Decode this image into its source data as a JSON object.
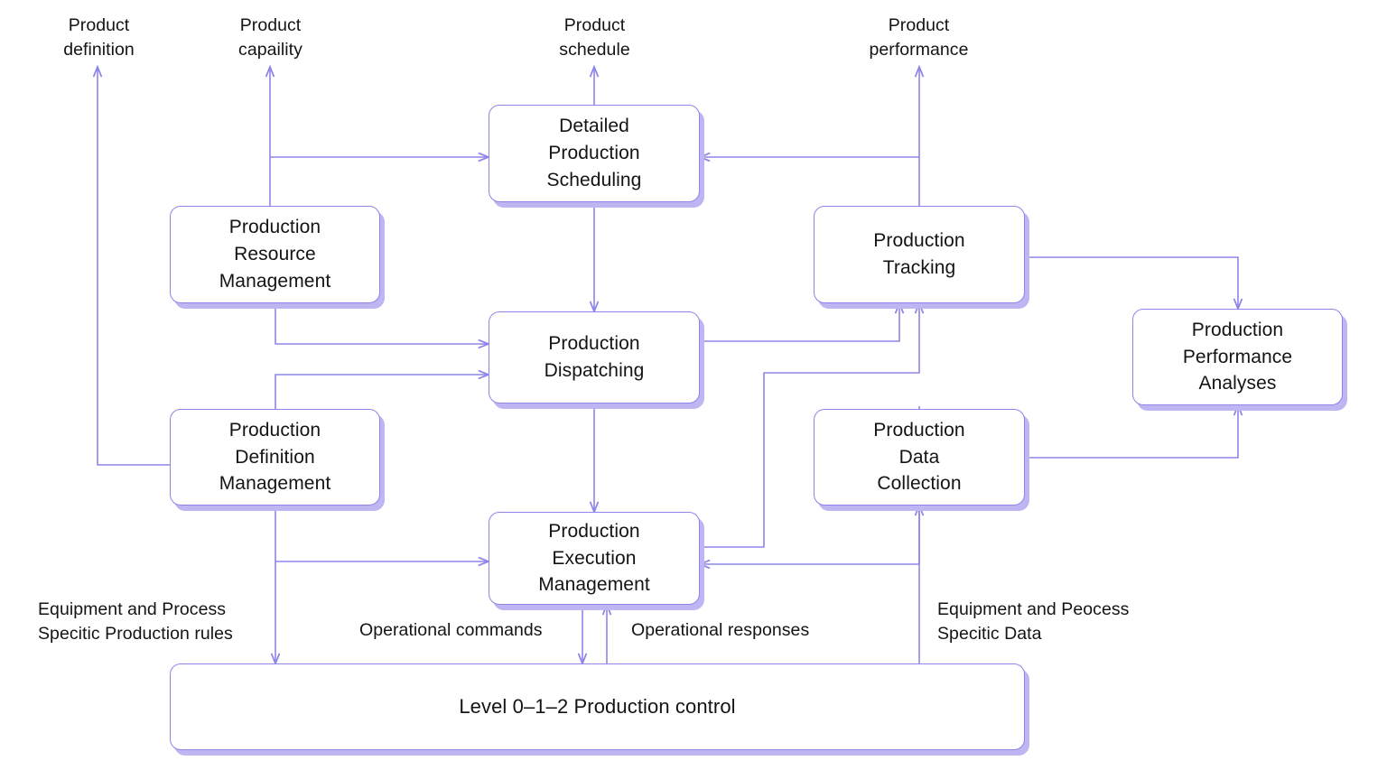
{
  "diagram": {
    "title": "Level 3 Production Operations Management activity model",
    "accent_color": "#8d85e8",
    "shadow_color": "#bdb6f2",
    "text_color": "#141414",
    "background_color": "#ffffff"
  },
  "nodes": [
    {
      "id": "detailed-production-scheduling",
      "label": "Detailed\nProduction\nScheduling"
    },
    {
      "id": "production-resource-management",
      "label": "Production\nResource\nManagement"
    },
    {
      "id": "production-definition-management",
      "label": "Production\nDefinition\nManagement"
    },
    {
      "id": "production-dispatching",
      "label": "Production\nDispatching"
    },
    {
      "id": "production-execution-management",
      "label": "Production\nExecution\nManagement"
    },
    {
      "id": "production-tracking",
      "label": "Production\nTracking"
    },
    {
      "id": "production-data-collection",
      "label": "Production\nData\nCollection"
    },
    {
      "id": "production-performance-analyses",
      "label": "Production\nPerformance\nAnalyses"
    },
    {
      "id": "level-0-1-2-production-control",
      "label": "Level 0–1–2 Production control"
    }
  ],
  "boundary_labels": [
    {
      "id": "product-definition",
      "label": "Product\ndefinition"
    },
    {
      "id": "product-capability",
      "label": "Product\ncapaility"
    },
    {
      "id": "product-schedule",
      "label": "Product\nschedule"
    },
    {
      "id": "product-performance",
      "label": "Product\nperformance"
    }
  ],
  "flow_labels": [
    {
      "id": "equipment-process-production-rules",
      "label": "Equipment and Process\nSpecitic Production rules"
    },
    {
      "id": "operational-commands",
      "label": "Operational commands"
    },
    {
      "id": "operational-responses",
      "label": "Operational responses"
    },
    {
      "id": "equipment-process-data",
      "label": "Equipment and Peocess\nSpecitic Data"
    }
  ]
}
